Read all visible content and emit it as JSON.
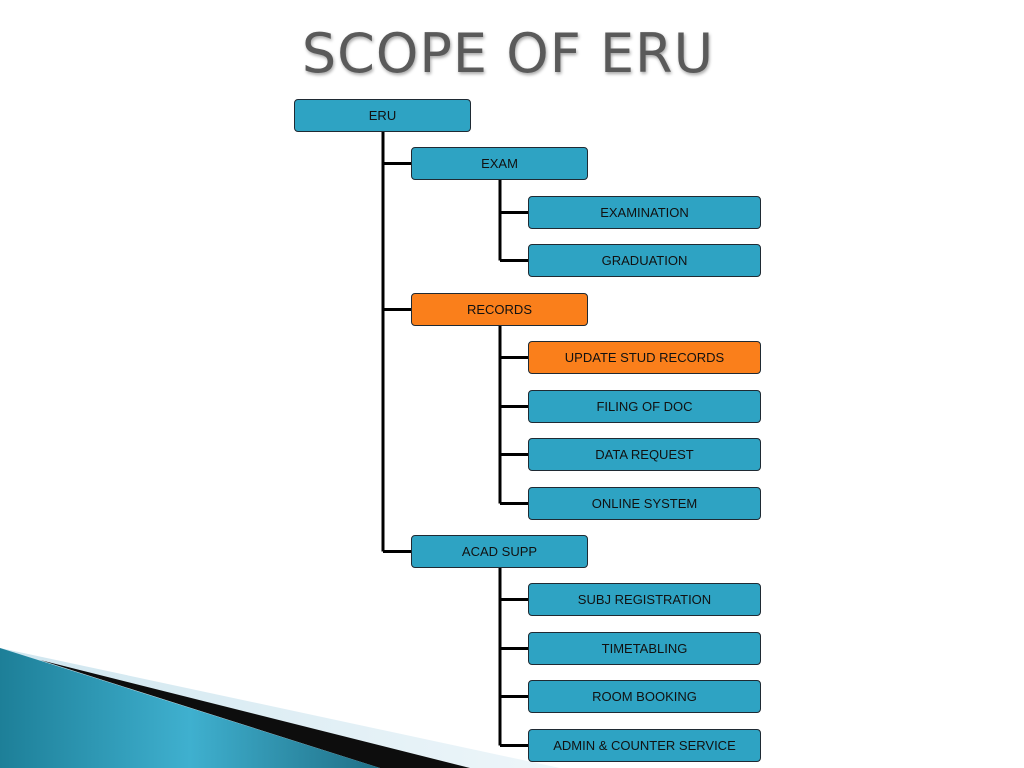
{
  "title": "SCOPE OF ERU",
  "colors": {
    "node_fill": "#2ea3c3",
    "highlight_fill": "#fa7f1b",
    "connector": "#000000"
  },
  "tree": {
    "root": "ERU",
    "branches": [
      {
        "label": "EXAM",
        "highlight": false,
        "children": [
          {
            "label": "EXAMINATION",
            "highlight": false
          },
          {
            "label": "GRADUATION",
            "highlight": false
          }
        ]
      },
      {
        "label": "RECORDS",
        "highlight": true,
        "children": [
          {
            "label": "UPDATE STUD RECORDS",
            "highlight": true
          },
          {
            "label": "FILING OF DOC",
            "highlight": false
          },
          {
            "label": "DATA REQUEST",
            "highlight": false
          },
          {
            "label": "ONLINE SYSTEM",
            "highlight": false
          }
        ]
      },
      {
        "label": "ACAD SUPP",
        "highlight": false,
        "children": [
          {
            "label": "SUBJ REGISTRATION",
            "highlight": false
          },
          {
            "label": "TIMETABLING",
            "highlight": false
          },
          {
            "label": "ROOM BOOKING",
            "highlight": false
          },
          {
            "label": "ADMIN & COUNTER SERVICE",
            "highlight": false
          }
        ]
      }
    ]
  }
}
